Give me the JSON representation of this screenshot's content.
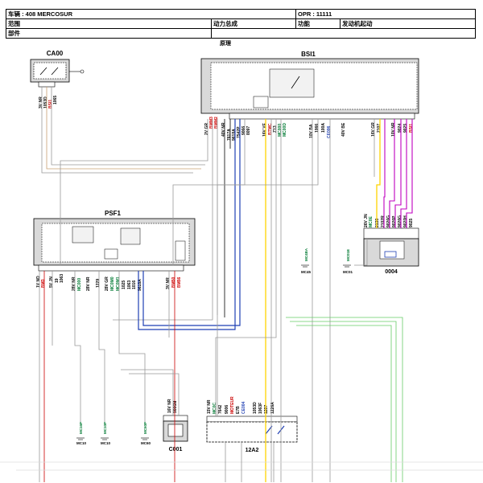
{
  "header": {
    "vehicle": "车辆 : 408 MERCOSUR",
    "opr": "OPR : 11111",
    "scope_label": "范围",
    "scope_value": "动力总成",
    "function_label": "功能",
    "function_value": "发动机起动",
    "parts_label": "部件"
  },
  "diagram_title": "原理",
  "components": {
    "ca00": "CA00",
    "bsi1": "BSI1",
    "psf1": "PSF1",
    "c0004": "0004",
    "c001": "C001",
    "a12a2": "12A2"
  },
  "connectors": {
    "ca00": [
      "3V NR",
      "1053D",
      "BSI1",
      "1065"
    ],
    "bsi1_left": [
      "2V GR",
      "BMM3",
      "BMM2",
      "40V NR",
      "7617A",
      "9618A",
      "7542P",
      "9066",
      "8097"
    ],
    "bsi1_mid": [
      "16V VE",
      "BTMC",
      "Z13",
      "MC000",
      "MC00D"
    ],
    "bsi1_right": [
      "10V BA",
      "1066",
      "100A",
      "CE006"
    ],
    "bsi1_far": [
      "40V BE"
    ],
    "bsi1_grey": [
      "16V GR",
      "2107"
    ],
    "bsi1_nr": [
      "10V NR",
      "9024",
      "9025",
      "BSI1"
    ],
    "psf1": [
      "1V ND",
      "BM3",
      "5V JN",
      "19",
      "1063",
      "28V NR",
      "MC000",
      "28V NR",
      "1229",
      "28V GR",
      "MC0M0",
      "MC0M1",
      "1025",
      "1063",
      "1016",
      "9618A",
      "3V NR",
      "BM50",
      "BM56"
    ],
    "c0004": [
      "26V JN",
      "MC0E",
      "2138",
      "2102R",
      "9026G",
      "9026P",
      "9026G",
      "9020H",
      "9025"
    ],
    "c001": [
      "16V NR",
      "9006M"
    ],
    "a12a2": [
      "15V NR",
      "MC0C",
      "7642",
      "9006",
      "MOTEUR",
      "E7B",
      "CE004",
      "1053D",
      "1063F",
      "1287",
      "1226A"
    ]
  },
  "grounds": [
    "MC4BA",
    "MC45",
    "MC01E",
    "MC01",
    "MC16P",
    "MC10",
    "MC10P",
    "MC10",
    "MC60P",
    "MC60"
  ]
}
